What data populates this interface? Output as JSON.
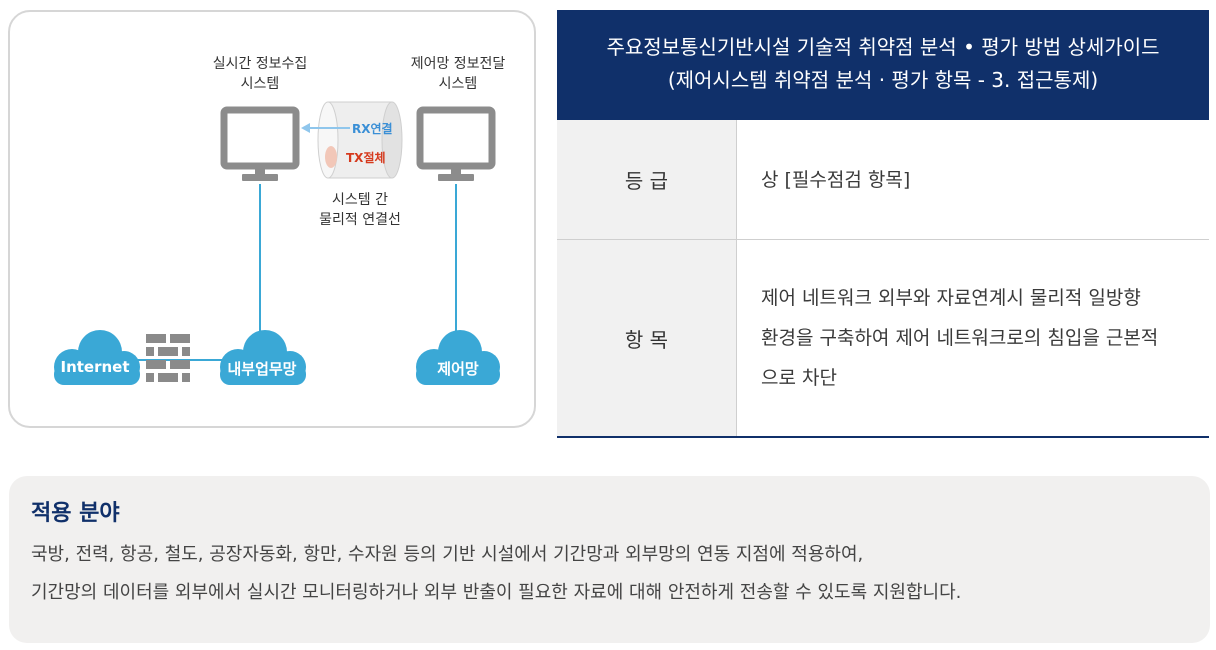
{
  "diagram": {
    "realtime_system_label": [
      "실시간 정보수집",
      "시스템"
    ],
    "control_system_label": [
      "제어망 정보전달",
      "시스템"
    ],
    "rx_label": "RX연결",
    "tx_label": "TX절체",
    "cable_label": [
      "시스템 간",
      "물리적 연결선"
    ],
    "cloud_internet": "Internet",
    "cloud_internal": "내부업무망",
    "cloud_control": "제어망",
    "colors": {
      "line": "#3aa8d6",
      "cloud": "#3aa8d6",
      "monitor": "#8c8c8c",
      "firewall": "#8a8a8a",
      "rx": "#3a8fd6",
      "tx": "#d63a1e"
    }
  },
  "table": {
    "header": [
      "주요정보통신기반시설 기술적 취약점 분석 • 평가 방법 상세가이드",
      "(제어시스템 취약점 분석 · 평가 항목 - 3. 접근통제)"
    ],
    "grade_label": "등 급",
    "grade_value": "상 [필수점검 항목]",
    "item_label": "항 목",
    "item_value": [
      "제어 네트워크 외부와 자료연계시 물리적 일방향",
      "환경을 구축하여 제어 네트워크로의 침입을 근본적",
      "으로 차단"
    ],
    "colors": {
      "header_bg": "#10306a"
    }
  },
  "application": {
    "title": "적용 분야",
    "lines": [
      "국방, 전력, 항공, 철도, 공장자동화, 항만, 수자원 등의 기반 시설에서 기간망과 외부망의 연동 지점에 적용하여,",
      "기간망의 데이터를 외부에서 실시간 모니터링하거나 외부 반출이 필요한 자료에 대해 안전하게 전송할 수 있도록 지원합니다."
    ]
  }
}
